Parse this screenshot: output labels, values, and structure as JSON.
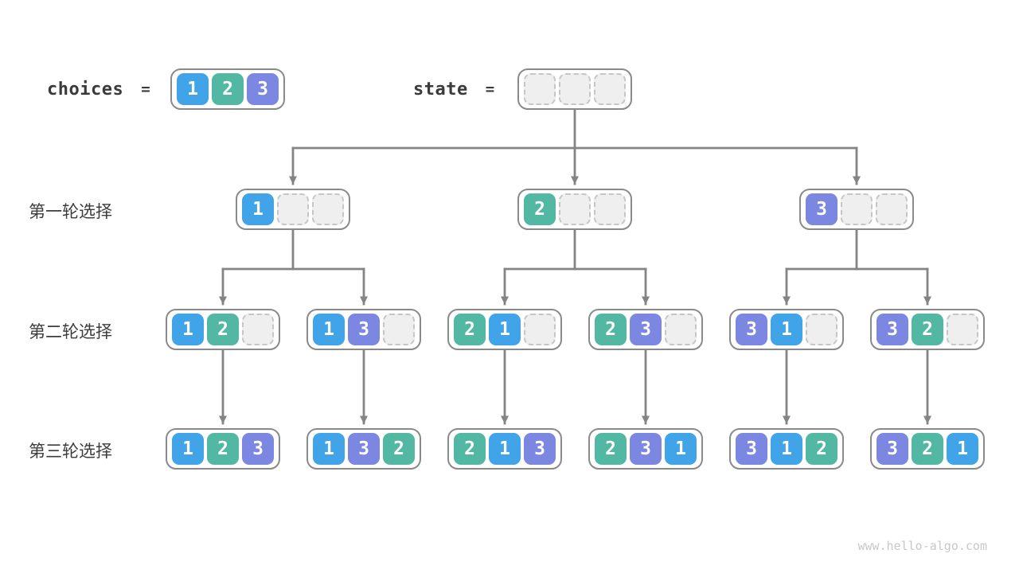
{
  "header": {
    "choices_label": "choices",
    "choices_equals": "=",
    "choices_values": [
      1,
      2,
      3
    ],
    "state_label": "state",
    "state_equals": "=",
    "state_values": [
      null,
      null,
      null
    ]
  },
  "round_labels": [
    "第一轮选择",
    "第二轮选择",
    "第三轮选择"
  ],
  "rows": [
    {
      "boxes": [
        [
          1,
          null,
          null
        ],
        [
          2,
          null,
          null
        ],
        [
          3,
          null,
          null
        ]
      ]
    },
    {
      "boxes": [
        [
          1,
          2,
          null
        ],
        [
          1,
          3,
          null
        ],
        [
          2,
          1,
          null
        ],
        [
          2,
          3,
          null
        ],
        [
          3,
          1,
          null
        ],
        [
          3,
          2,
          null
        ]
      ]
    },
    {
      "boxes": [
        [
          1,
          2,
          3
        ],
        [
          1,
          3,
          2
        ],
        [
          2,
          1,
          3
        ],
        [
          2,
          3,
          1
        ],
        [
          3,
          1,
          2
        ],
        [
          3,
          2,
          1
        ]
      ]
    }
  ],
  "colors": {
    "value1": "#42a4e8",
    "value2": "#52b8a4",
    "value3": "#7b87e0",
    "line": "#848484",
    "empty_fill": "#efefef",
    "box_border": "#8a8a8a"
  },
  "watermark": "www.hello-algo.com"
}
